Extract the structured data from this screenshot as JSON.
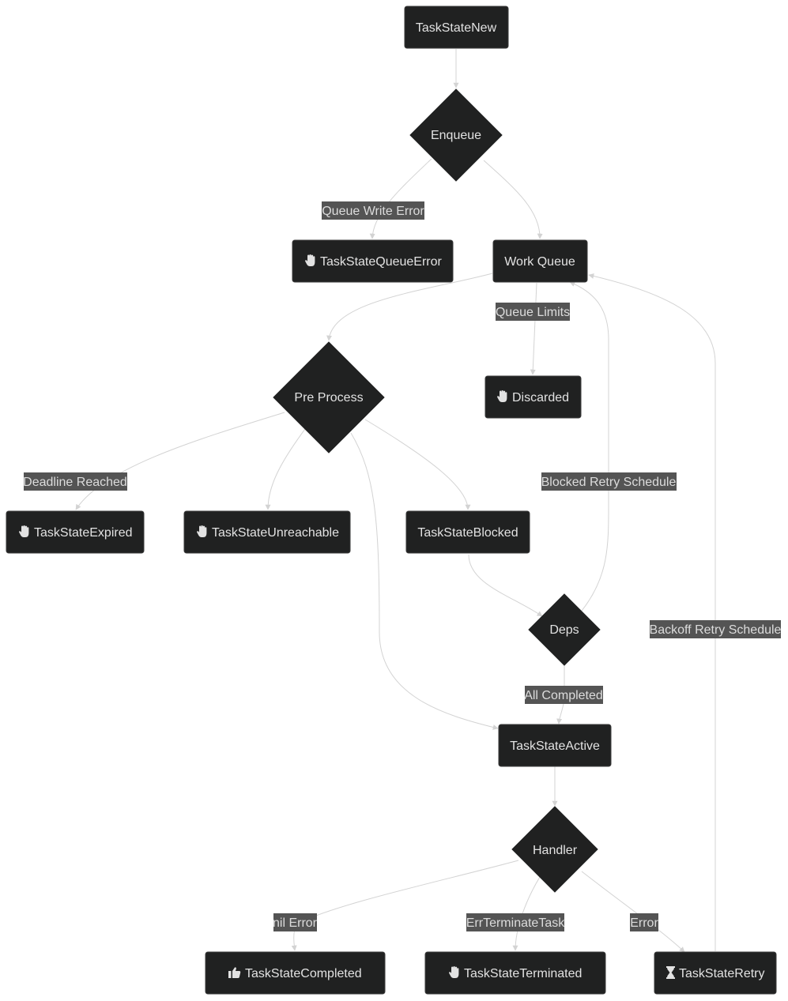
{
  "colors": {
    "node_fill": "#202121",
    "node_text": "#e2e2e2",
    "edge": "#d3d3d3",
    "edge_label_bg": "#545454",
    "edge_label_text": "#dcdcdc",
    "background": "#ffffff"
  },
  "nodes": {
    "task_state_new": {
      "label": "TaskStateNew",
      "shape": "rectangle"
    },
    "enqueue": {
      "label": "Enqueue",
      "shape": "diamond"
    },
    "task_state_queue_error": {
      "label": "TaskStateQueueError",
      "shape": "rectangle",
      "icon": "hand-stop-icon"
    },
    "work_queue": {
      "label": "Work Queue",
      "shape": "rectangle"
    },
    "pre_process": {
      "label": "Pre Process",
      "shape": "diamond"
    },
    "discarded": {
      "label": "Discarded",
      "shape": "rectangle",
      "icon": "hand-stop-icon"
    },
    "task_state_expired": {
      "label": "TaskStateExpired",
      "shape": "rectangle",
      "icon": "hand-stop-icon"
    },
    "task_state_unreachable": {
      "label": "TaskStateUnreachable",
      "shape": "rectangle",
      "icon": "hand-stop-icon"
    },
    "task_state_blocked": {
      "label": "TaskStateBlocked",
      "shape": "rectangle"
    },
    "deps": {
      "label": "Deps",
      "shape": "diamond"
    },
    "task_state_active": {
      "label": "TaskStateActive",
      "shape": "rectangle"
    },
    "handler": {
      "label": "Handler",
      "shape": "diamond"
    },
    "task_state_completed": {
      "label": "TaskStateCompleted",
      "shape": "rectangle",
      "icon": "thumbs-up-icon"
    },
    "task_state_terminated": {
      "label": "TaskStateTerminated",
      "shape": "rectangle",
      "icon": "hand-stop-icon"
    },
    "task_state_retry": {
      "label": "TaskStateRetry",
      "shape": "rectangle",
      "icon": "hourglass-icon"
    }
  },
  "edges": [
    {
      "from": "TaskStateNew",
      "to": "Enqueue",
      "label": ""
    },
    {
      "from": "Enqueue",
      "to": "TaskStateQueueError",
      "label": "Queue Write Error"
    },
    {
      "from": "Enqueue",
      "to": "Work Queue",
      "label": ""
    },
    {
      "from": "Work Queue",
      "to": "Pre Process",
      "label": ""
    },
    {
      "from": "Work Queue",
      "to": "Discarded",
      "label": "Queue Limits"
    },
    {
      "from": "Pre Process",
      "to": "TaskStateExpired",
      "label": "Deadline Reached"
    },
    {
      "from": "Pre Process",
      "to": "TaskStateUnreachable",
      "label": ""
    },
    {
      "from": "Pre Process",
      "to": "TaskStateBlocked",
      "label": ""
    },
    {
      "from": "Pre Process",
      "to": "TaskStateActive",
      "label": ""
    },
    {
      "from": "TaskStateBlocked",
      "to": "Deps",
      "label": ""
    },
    {
      "from": "Deps",
      "to": "Work Queue",
      "label": "Blocked Retry Schedule"
    },
    {
      "from": "Deps",
      "to": "TaskStateActive",
      "label": "All Completed"
    },
    {
      "from": "TaskStateActive",
      "to": "Handler",
      "label": ""
    },
    {
      "from": "Handler",
      "to": "TaskStateCompleted",
      "label": "nil Error"
    },
    {
      "from": "Handler",
      "to": "TaskStateTerminated",
      "label": "ErrTerminateTask"
    },
    {
      "from": "Handler",
      "to": "TaskStateRetry",
      "label": "Error"
    },
    {
      "from": "TaskStateRetry",
      "to": "Work Queue",
      "label": "Backoff Retry Schedule"
    }
  ],
  "edge_labels": {
    "queue_write_error": "Queue Write Error",
    "queue_limits": "Queue Limits",
    "deadline_reached": "Deadline Reached",
    "blocked_retry_schedule": "Blocked Retry Schedule",
    "backoff_retry_schedule": "Backoff Retry Schedule",
    "all_completed": "All Completed",
    "nil_error": "nil Error",
    "err_terminate_task": "ErrTerminateTask",
    "error": "Error"
  }
}
